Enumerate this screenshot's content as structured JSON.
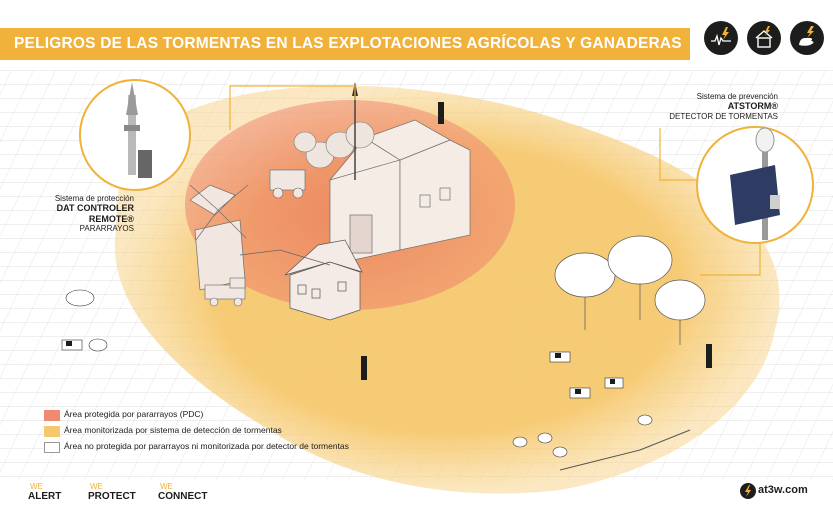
{
  "header": {
    "title": "PELIGROS DE LAS TORMENTAS EN LAS EXPLOTACIONES AGRÍCOLAS Y GANADERAS"
  },
  "header_icons": [
    {
      "name": "lightning-graph-icon"
    },
    {
      "name": "house-lightning-icon"
    },
    {
      "name": "hand-lightning-icon"
    }
  ],
  "callouts": {
    "protection": {
      "line1": "Sistema de protección",
      "line2": "DAT CONTROLER REMOTE®",
      "line3": "PARARRAYOS"
    },
    "prevention": {
      "line1": "Sistema de prevención",
      "line2": "ATSTORM®",
      "line3": "DETECTOR DE TORMENTAS"
    }
  },
  "legend": [
    {
      "label": "Área protegida por pararrayos (PDC)",
      "color": "#ef8a70"
    },
    {
      "label": "Área monitorizada por sistema de detección de tormentas",
      "color": "#f6c86e"
    },
    {
      "label": "Área no protegida por pararrayos ni monitorizada por detector de tormentas",
      "color": "#ffffff"
    }
  ],
  "footer": {
    "mottos": [
      {
        "we": "WE",
        "word": "ALERT"
      },
      {
        "we": "WE",
        "word": "PROTECT"
      },
      {
        "we": "WE",
        "word": "CONNECT"
      }
    ],
    "brand": "at3w.com"
  },
  "colors": {
    "accent": "#f0b23a",
    "monitored_zone": "#f6c86e",
    "protected_zone": "#ef8a70",
    "dark": "#1d1d1b"
  }
}
